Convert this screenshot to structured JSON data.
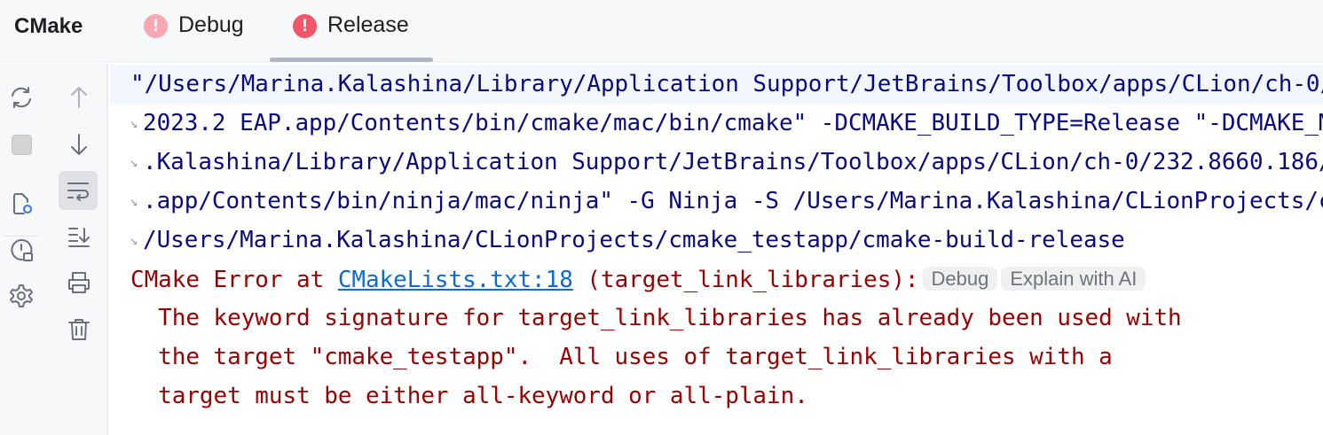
{
  "header": {
    "title": "CMake",
    "tabs": [
      {
        "label": "Debug",
        "icon": "error-icon",
        "color": "#f9a7b2"
      },
      {
        "label": "Release",
        "icon": "error-icon",
        "color": "#f2556a",
        "selected": true
      }
    ]
  },
  "toolbar": {
    "left": [
      "reload-icon",
      "stop-icon",
      "cmake-settings-icon",
      "cache-icon",
      "settings-icon"
    ],
    "right": [
      "up-icon",
      "down-icon",
      "soft-wrap-icon",
      "scroll-to-end-icon",
      "print-icon",
      "delete-icon"
    ]
  },
  "console": {
    "lines": [
      "\"/Users/Marina.Kalashina/Library/Application Support/JetBrains/Toolbox/apps/CLion/ch-0/",
      "2023.2 EAP.app/Contents/bin/cmake/mac/bin/cmake\" -DCMAKE_BUILD_TYPE=Release \"-DCMAKE_M",
      ".Kalashina/Library/Application Support/JetBrains/Toolbox/apps/CLion/ch-0/232.8660.186/",
      ".app/Contents/bin/ninja/mac/ninja\" -G Ninja -S /Users/Marina.Kalashina/CLionProjects/c",
      "/Users/Marina.Kalashina/CLionProjects/cmake_testapp/cmake-build-release"
    ],
    "error": {
      "prefix": "CMake Error at ",
      "link": "CMakeLists.txt:18",
      "suffix": " (target_link_libraries):",
      "debug_label": "Debug",
      "explain_label": "Explain with AI"
    },
    "error_lines": [
      "  The keyword signature for target_link_libraries has already been used with",
      "  the target \"cmake_testapp\".  All uses of target_link_libraries with a",
      "  target must be either all-keyword or all-plain."
    ]
  }
}
